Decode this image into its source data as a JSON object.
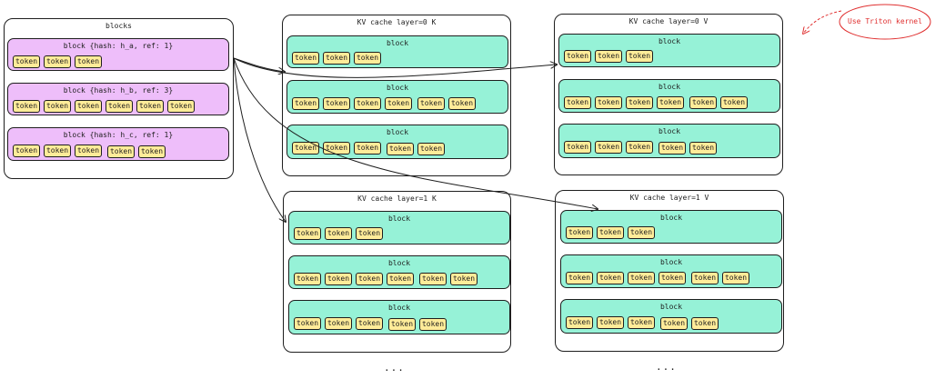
{
  "blocks_panel": {
    "title": "blocks",
    "blocks": [
      {
        "label": "block {hash: h_a, ref: 1}",
        "tokens": [
          "token",
          "token",
          "token"
        ]
      },
      {
        "label": "block {hash: h_b, ref: 3}",
        "tokens": [
          "token",
          "token",
          "token",
          "token",
          "token",
          "token"
        ]
      },
      {
        "label": "block {hash: h_c, ref: 1}",
        "tokens": [
          "token",
          "token",
          "token",
          "token",
          "token"
        ]
      }
    ]
  },
  "kv_panels": [
    {
      "title": "KV cache layer=0 K",
      "blocks": [
        {
          "label": "block",
          "tokens": [
            "token",
            "token",
            "token"
          ]
        },
        {
          "label": "block",
          "tokens": [
            "token",
            "token",
            "token",
            "token",
            "token",
            "token"
          ]
        },
        {
          "label": "block",
          "tokens": [
            "token",
            "token",
            "token",
            "token",
            "token"
          ]
        }
      ]
    },
    {
      "title": "KV cache layer=0 V",
      "blocks": [
        {
          "label": "block",
          "tokens": [
            "token",
            "token",
            "token"
          ]
        },
        {
          "label": "block",
          "tokens": [
            "token",
            "token",
            "token",
            "token",
            "token",
            "token"
          ]
        },
        {
          "label": "block",
          "tokens": [
            "token",
            "token",
            "token",
            "token",
            "token"
          ]
        }
      ]
    },
    {
      "title": "KV cache layer=1 K",
      "blocks": [
        {
          "label": "block",
          "tokens": [
            "token",
            "token",
            "token"
          ]
        },
        {
          "label": "block",
          "tokens": [
            "token",
            "token",
            "token",
            "token",
            "token",
            "token"
          ]
        },
        {
          "label": "block",
          "tokens": [
            "token",
            "token",
            "token",
            "token",
            "token"
          ]
        }
      ]
    },
    {
      "title": "KV cache layer=1 V",
      "blocks": [
        {
          "label": "block",
          "tokens": [
            "token",
            "token",
            "token"
          ]
        },
        {
          "label": "block",
          "tokens": [
            "token",
            "token",
            "token",
            "token",
            "token",
            "token"
          ]
        },
        {
          "label": "block",
          "tokens": [
            "token",
            "token",
            "token",
            "token",
            "token"
          ]
        }
      ]
    }
  ],
  "ellipsis": [
    "...",
    "..."
  ],
  "note": {
    "text": "Use Triton kernel",
    "color": "#e03131"
  },
  "colors": {
    "block_pink": "#eebefa",
    "block_green": "#96f2d7",
    "token": "#ffec99",
    "stroke": "#1e1e1e"
  }
}
